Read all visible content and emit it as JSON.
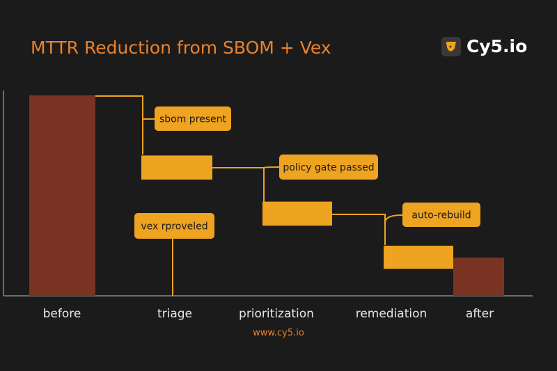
{
  "header": {
    "title": "MTTR Reduction from SBOM + Vex",
    "logo_text": "Cy5.io"
  },
  "footer": {
    "url": "www.cy5.io"
  },
  "colors": {
    "total": "#7a3323",
    "step": "#eea321",
    "text": "#e8822c"
  },
  "chart_data": {
    "type": "bar",
    "subtype": "waterfall",
    "title": "MTTR Reduction from SBOM + Vex",
    "categories": [
      "before",
      "triage",
      "prioritization",
      "remediation",
      "after"
    ],
    "ranges": [
      [
        0,
        100
      ],
      [
        58,
        70
      ],
      [
        35,
        47
      ],
      [
        13.5,
        25
      ],
      [
        0,
        19
      ]
    ],
    "kinds": [
      "total",
      "step",
      "step",
      "step",
      "total"
    ],
    "ylim": [
      0,
      100
    ],
    "annotations": [
      "sbom present",
      "policy gate passed",
      "auto-rebuild",
      "vex rproveled"
    ],
    "grid": false
  }
}
